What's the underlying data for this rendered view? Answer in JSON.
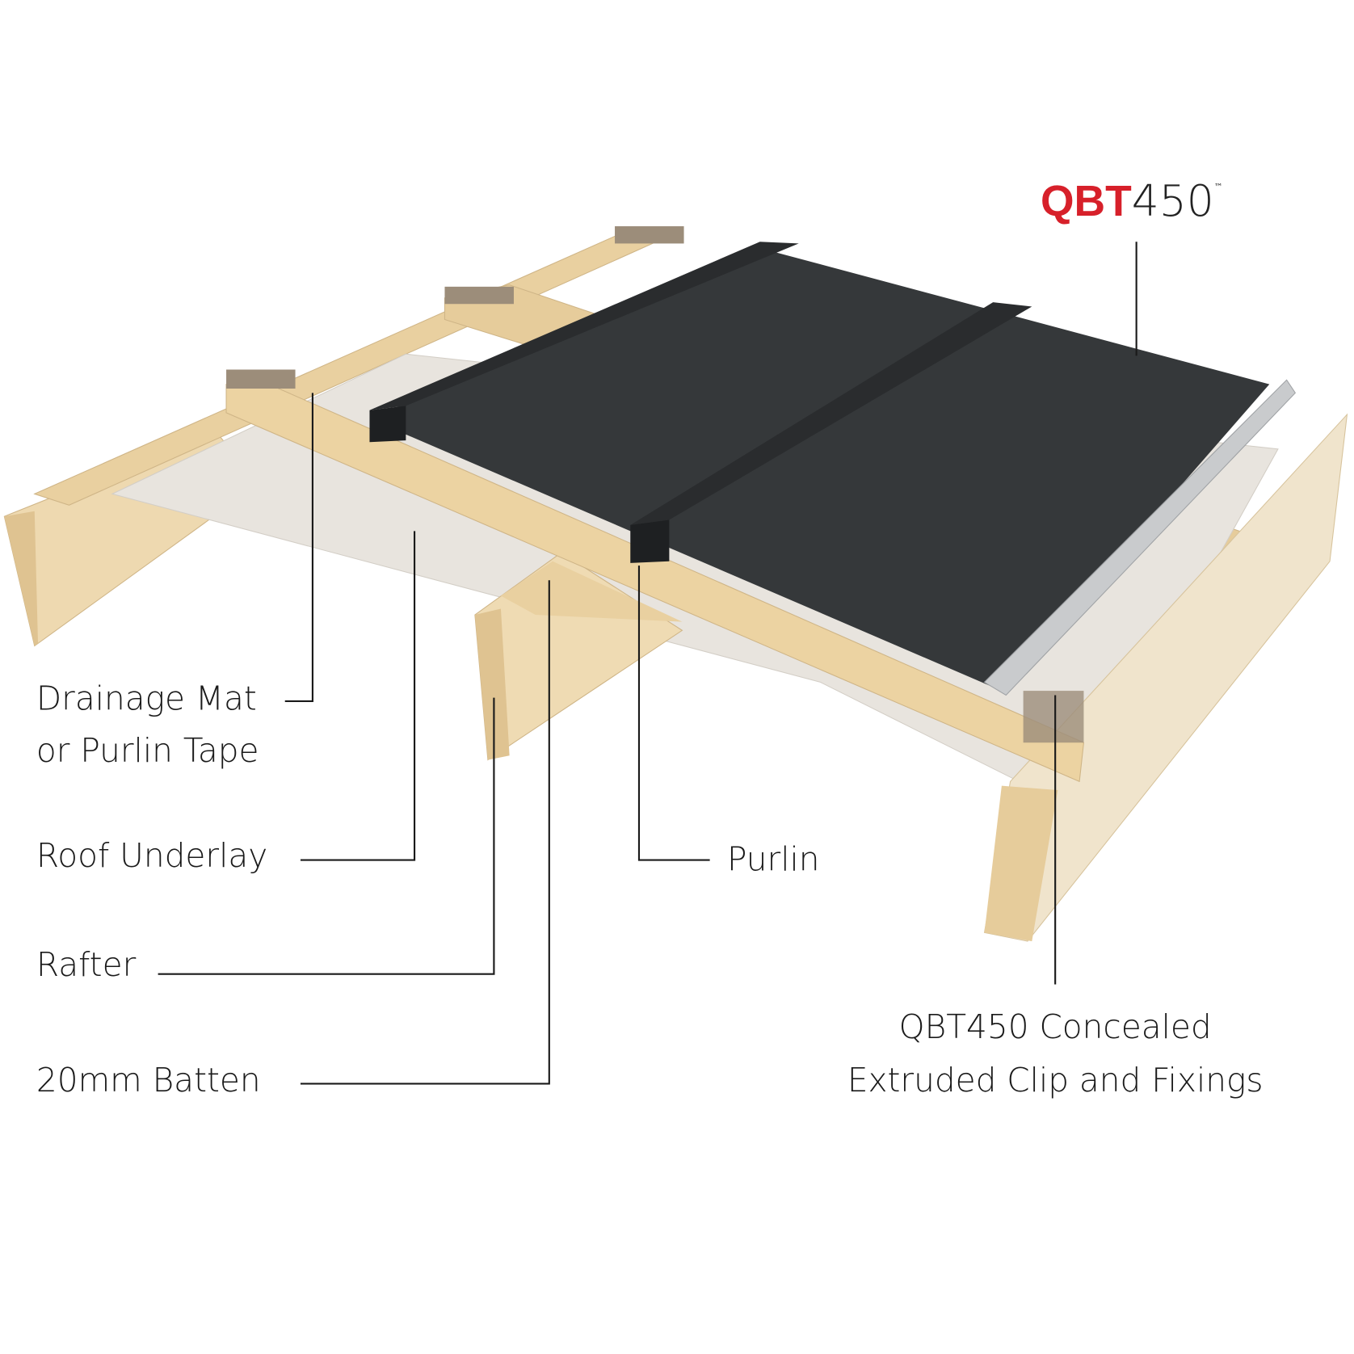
{
  "logo": {
    "brand": "QBT",
    "number": "450",
    "trademark": "™",
    "brand_color": "#d7202a"
  },
  "labels": {
    "drainage_mat_line1": "Drainage Mat",
    "drainage_mat_line2": "or Purlin Tape",
    "roof_underlay": "Roof Underlay",
    "rafter": "Rafter",
    "batten": "20mm Batten",
    "purlin": "Purlin",
    "clip_line1": "QBT450 Concealed",
    "clip_line2": "Extruded Clip and Fixings"
  },
  "colors": {
    "sheet": "#35383a",
    "timber": "#e9d2a6",
    "underlay": "#e8e4de",
    "clip": "#c9cbcd"
  }
}
